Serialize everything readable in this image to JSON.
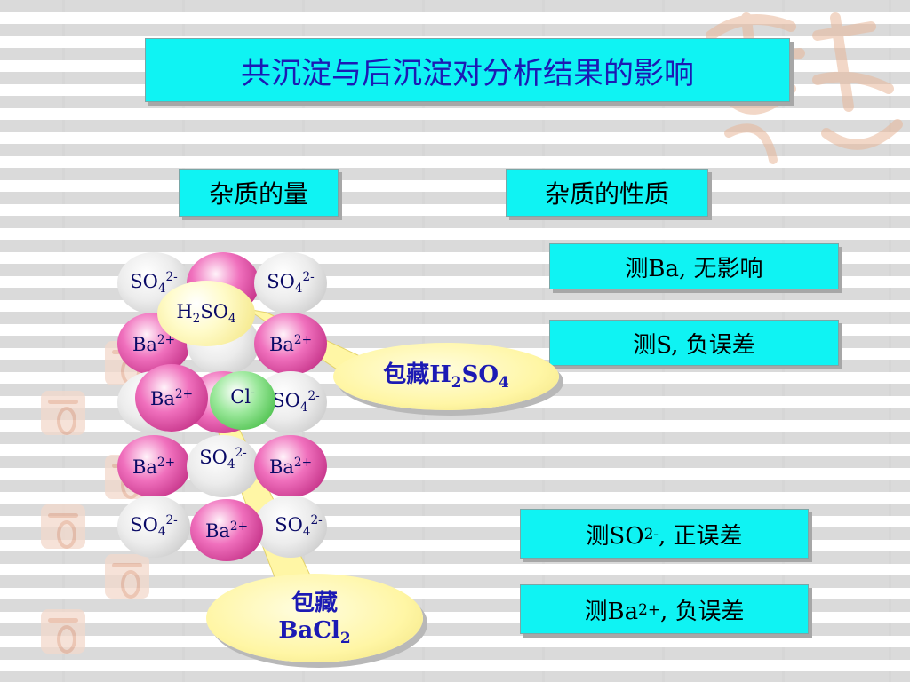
{
  "title": "共沉淀与后沉淀对分析结果的影响",
  "categories": {
    "amount": "杂质的量",
    "nature": "杂质的性质"
  },
  "results": {
    "ba_prefix": "测Ba,",
    "ba_suffix": " 无影响",
    "s_prefix": "测S,",
    "s_suffix": " 负误差",
    "so4_prefix": "测SO",
    "so4_charge": "2-",
    "so4_suffix": ", 正误差",
    "ba2_prefix": "测Ba",
    "ba2_charge": "2+",
    "ba2_suffix": ", 负误差"
  },
  "callouts": {
    "h2so4_label": "包藏H",
    "h2so4_sub1": "2",
    "h2so4_mid": "SO",
    "h2so4_sub2": "4",
    "bacl2_line1": "包藏",
    "bacl2_line2": "BaCl",
    "bacl2_sub": "2"
  },
  "ions": {
    "so4": "SO",
    "so4_sub": "4",
    "so4_sup": "2-",
    "ba": "Ba",
    "ba_sup": "2+",
    "cl": "Cl",
    "cl_sup": "-",
    "h2so4_h": "H",
    "h2so4_sub1": "2",
    "h2so4_so": "SO",
    "h2so4_sub2": "4"
  },
  "colors": {
    "box_fill": "#0ff3f3",
    "title_text": "#1c1ab4",
    "callout_fill": "#fff6a5",
    "ba_ion": "#f070bd",
    "so4_ion": "#ececec",
    "cl_ion": "#2cb02c"
  }
}
